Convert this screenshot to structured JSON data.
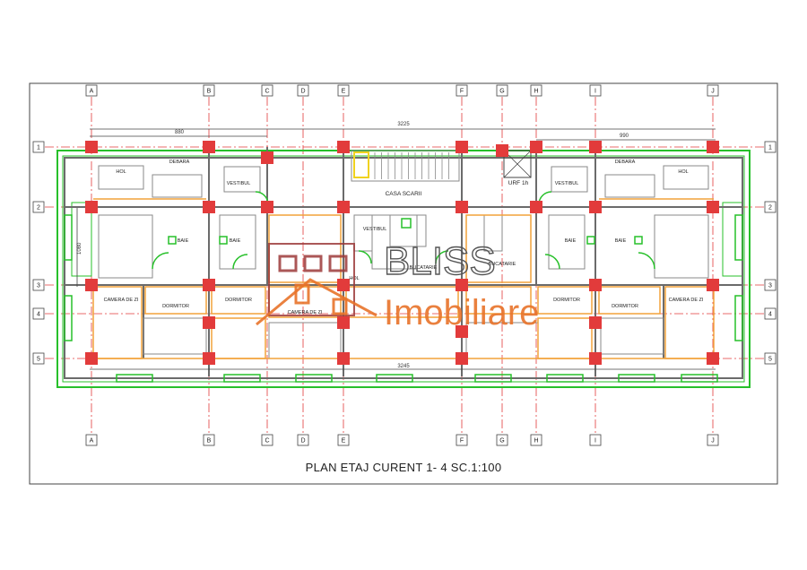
{
  "axes": {
    "columns": [
      "A",
      "B",
      "C",
      "D",
      "E",
      "F",
      "G",
      "H",
      "I",
      "J"
    ],
    "rows": [
      "1",
      "2",
      "3",
      "4",
      "5"
    ]
  },
  "dimensions": {
    "top_total": "3225",
    "bottom_total": "3245",
    "left_seg": "880",
    "right_seg": "990",
    "side_left": "1080"
  },
  "rooms": [
    {
      "id": "hol-left",
      "name": "HOL"
    },
    {
      "id": "debara-left",
      "name": "DEBARA"
    },
    {
      "id": "vestibul-left",
      "name": "VESTIBUL"
    },
    {
      "id": "casa-scarii",
      "name": "CASA SCARII"
    },
    {
      "id": "vestibul-mid",
      "name": "VESTIBUL"
    },
    {
      "id": "urf",
      "name": "URF 1h"
    },
    {
      "id": "vestibul-right",
      "name": "VESTIBUL"
    },
    {
      "id": "debara-right",
      "name": "DEBARA"
    },
    {
      "id": "hol-right",
      "name": "HOL"
    },
    {
      "id": "baie-1",
      "name": "BAIE"
    },
    {
      "id": "baie-2",
      "name": "BAIE"
    },
    {
      "id": "baie-3",
      "name": "BAIE"
    },
    {
      "id": "baie-4",
      "name": "BAIE"
    },
    {
      "id": "bucatarie-1",
      "name": "BUCATARIE"
    },
    {
      "id": "bucatarie-2",
      "name": "BUCATARIE"
    },
    {
      "id": "hol-mid",
      "name": "HOL"
    },
    {
      "id": "camera-left",
      "name": "CAMERA DE ZI"
    },
    {
      "id": "dormitor-1",
      "name": "DORMITOR"
    },
    {
      "id": "dormitor-2",
      "name": "DORMITOR"
    },
    {
      "id": "camera-mid",
      "name": "CAMERA DE ZI"
    },
    {
      "id": "dormitor-3",
      "name": "DORMITOR"
    },
    {
      "id": "dormitor-4",
      "name": "DORMITOR"
    },
    {
      "id": "camera-right",
      "name": "CAMERA DE ZI"
    }
  ],
  "watermark": {
    "line1": "BLISS",
    "line2": "Imobiliare",
    "color": "#e8732a"
  },
  "caption": "PLAN ETAJ CURENT  1- 4 SC.1:100",
  "colors": {
    "axis": "#e23b3b",
    "column": "#e23b3b",
    "wall": "#6b6b6b",
    "green": "#27c02a",
    "orange": "#f2a23a",
    "yellow": "#f0d21f"
  }
}
